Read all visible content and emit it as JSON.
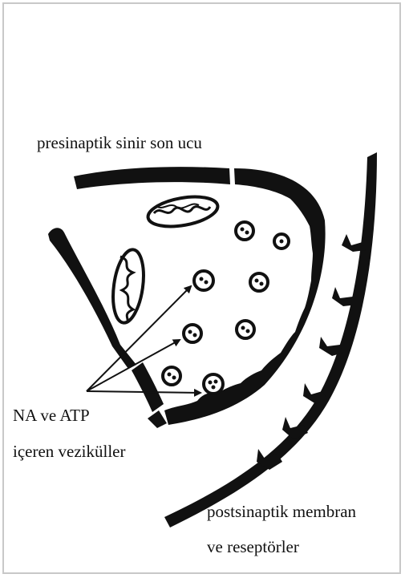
{
  "labels": {
    "presynaptic": "presinaptik sinir son ucu",
    "vesicles_line1": "NA ve ATP",
    "vesicles_line2": "içeren veziküller",
    "postsynaptic_line1": "postsinaptik membran",
    "postsynaptic_line2": "ve reseptörler"
  },
  "colors": {
    "ink": "#111111",
    "background": "#ffffff",
    "frame": "#c8c8c8"
  }
}
